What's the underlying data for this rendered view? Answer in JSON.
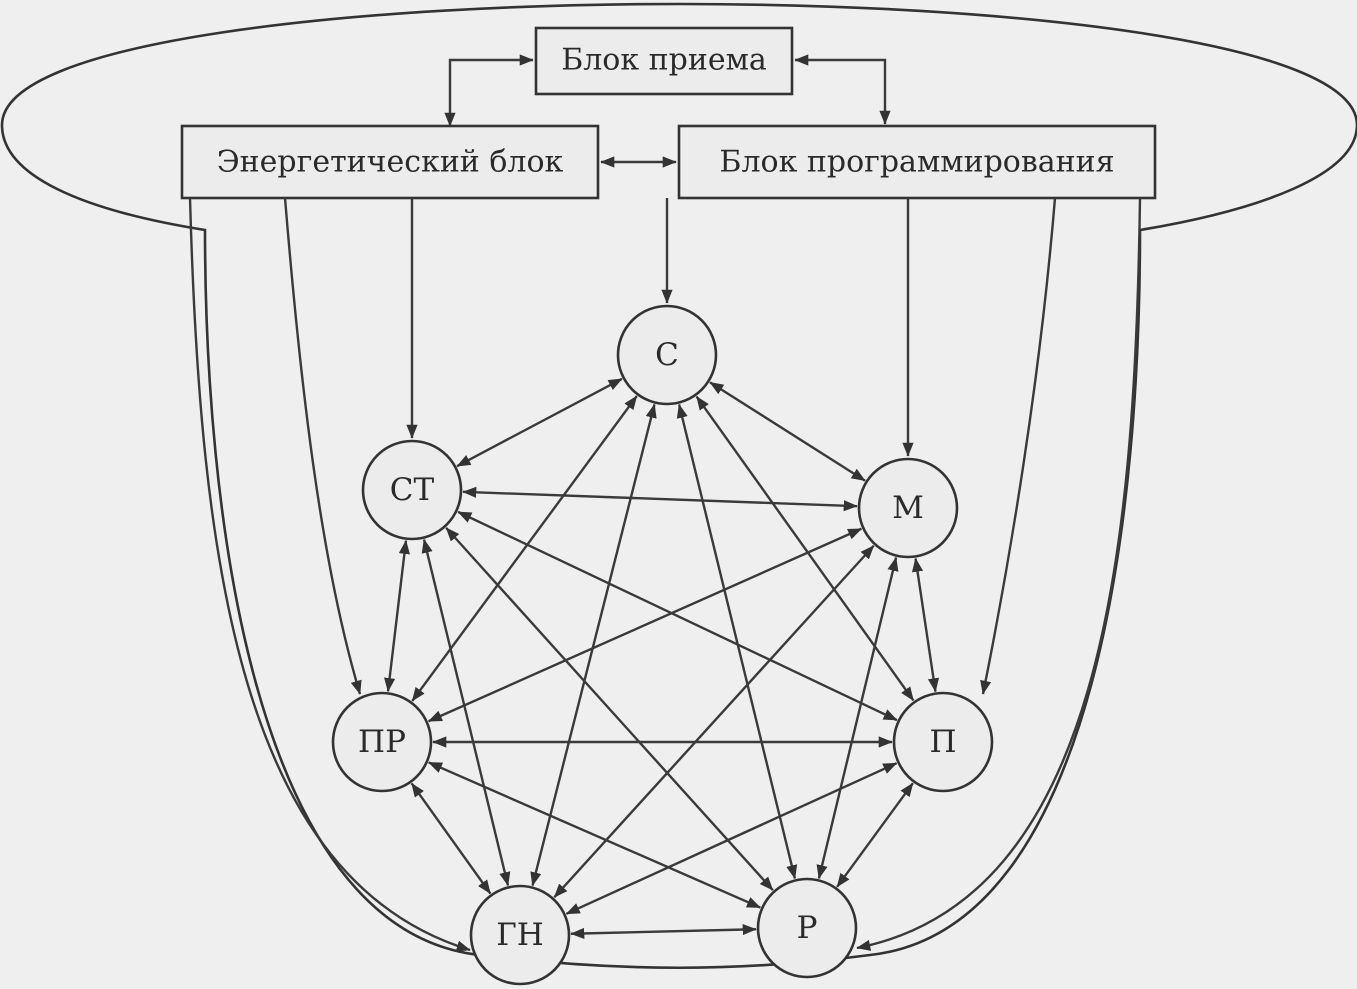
{
  "blocks": {
    "reception": "Блок приема",
    "energy": "Энергетический блок",
    "programming": "Блок программирования"
  },
  "nodes": {
    "s": "С",
    "st": "СТ",
    "m": "М",
    "pr": "ПР",
    "p": "П",
    "gn": "ГН",
    "r": "Р"
  },
  "colors": {
    "stroke": "#333333",
    "background": "#efefef"
  }
}
